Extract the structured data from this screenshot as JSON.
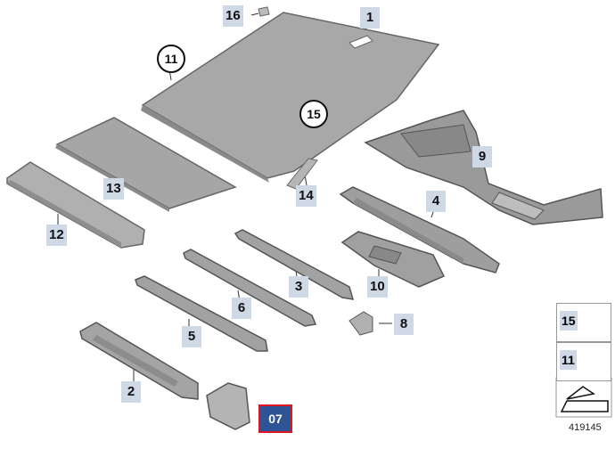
{
  "callouts": {
    "c1": "1",
    "c2": "2",
    "c3": "3",
    "c4": "4",
    "c5": "5",
    "c6": "6",
    "c8": "8",
    "c9": "9",
    "c10": "10",
    "c12": "12",
    "c13": "13",
    "c14": "14",
    "c16": "16"
  },
  "circle_callouts": {
    "c11": "11",
    "c15": "15"
  },
  "highlight_label": "07",
  "legend": {
    "item_top": "15",
    "item_bottom": "11"
  },
  "reference_number": "419145",
  "colors": {
    "part": "#a4a4a4",
    "part_dark": "#7b7b7b",
    "callout_bg": "#cfd9e6",
    "highlight_bg": "#2f5496",
    "highlight_border": "#e0161e"
  }
}
